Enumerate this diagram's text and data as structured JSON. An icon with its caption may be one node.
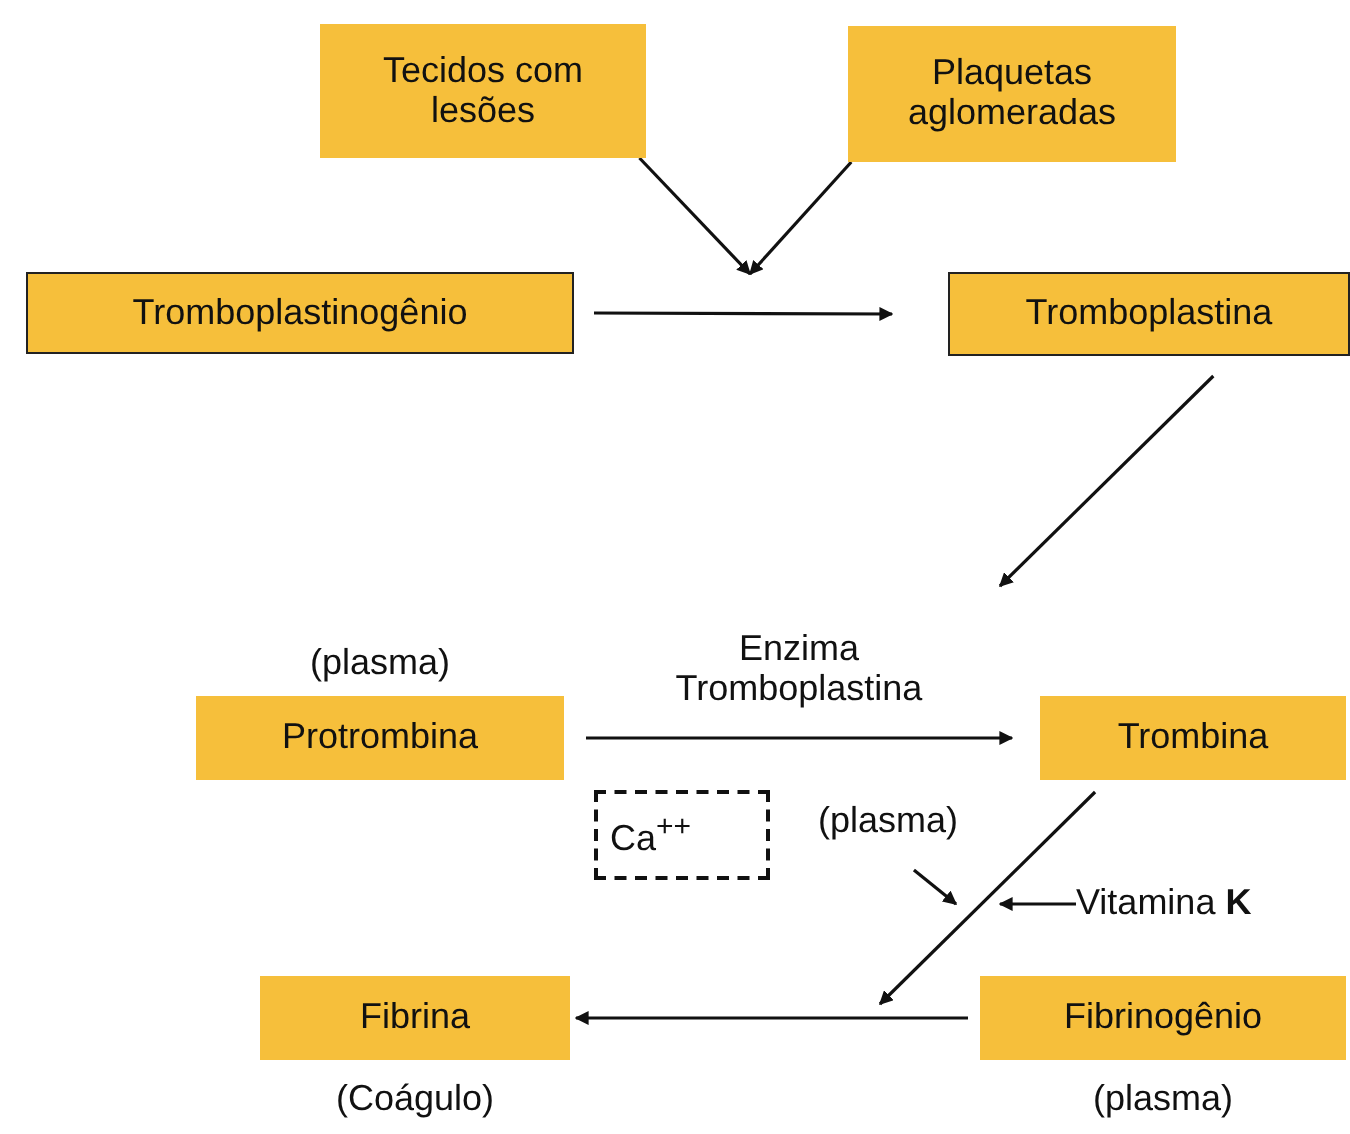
{
  "diagram": {
    "nodes": [
      {
        "text": [
          "Tecidos com lesões"
        ]
      },
      {
        "text": [
          "Plaquetas aglomeradas"
        ]
      },
      {
        "text": [
          "Tromboplastinogênio"
        ]
      },
      {
        "text": [
          "Tromboplastina"
        ]
      },
      {
        "text": [
          "Protrombina"
        ],
        "beside": [
          "(plasma)"
        ]
      },
      {
        "text": [
          "Trombina"
        ]
      },
      {
        "text": [
          "Ca$^{++}$"
        ]
      },
      {
        "text": [
          "(plasma)"
        ]
      },
      {
        "text": [
          "Vitamina **K**"
        ]
      },
      {
        "text": [
          "Fibrina"
        ],
        "beside": [
          "(Coágulo)"
        ]
      },
      {
        "text": [
          "Fibrinogênio"
        ],
        "beside": [
          "(plasma)"
        ]
      }
    ],
    "edges": [
      {
        "from": 0,
        "to": null,
        "arrow": "to"
      },
      {
        "from": 1,
        "to": null,
        "arrow": "to"
      },
      {
        "from": 2,
        "to": 3,
        "arrow": "to"
      },
      {
        "from": 3,
        "to": null,
        "arrow": "to"
      },
      {
        "from": 4,
        "to": 5,
        "arrow": "to",
        "label": "Enzima Tromboplastina"
      },
      {
        "from": 5,
        "to": null,
        "arrow": "to"
      },
      {
        "from": 7,
        "to": null,
        "arrow": "to"
      },
      {
        "from": 8,
        "to": null,
        "arrow": "to"
      },
      {
        "from": 10,
        "to": 9,
        "arrow": "to"
      }
    ]
  }
}
